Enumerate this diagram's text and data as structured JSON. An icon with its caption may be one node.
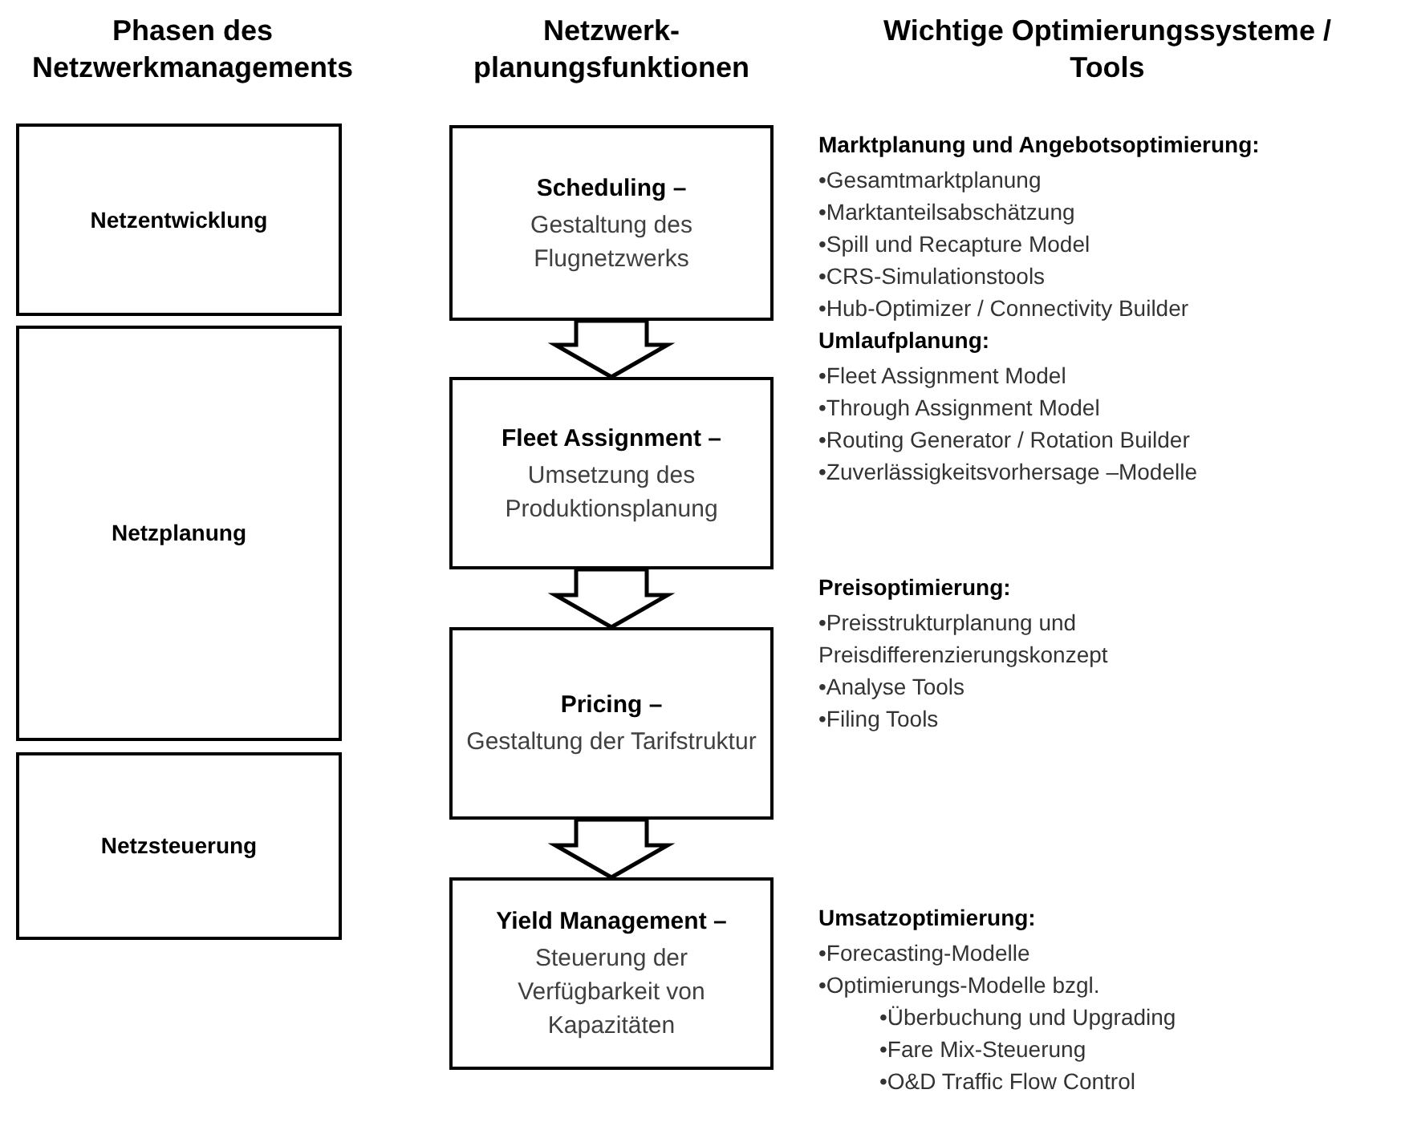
{
  "diagram": {
    "nodes": [
      {
        "text": [
          "Netzentwicklung"
        ]
      },
      {
        "text": [
          "Netzplanung"
        ]
      },
      {
        "text": [
          "Netzsteuerung"
        ]
      },
      {
        "text": [
          "Scheduling –",
          "Gestaltung des Flugnetzwerks"
        ]
      },
      {
        "text": [
          "Fleet Assignment –",
          "Umsetzung des Produktionsplanung"
        ]
      },
      {
        "text": [
          "Pricing –",
          "Gestaltung der Tarifstruktur"
        ]
      },
      {
        "text": [
          "Yield Management –",
          "Steuerung der Verfügbarkeit von Kapazitäten"
        ]
      }
    ],
    "edges": [
      {
        "from": 3,
        "to": 4,
        "arrow": "to"
      },
      {
        "from": 4,
        "to": 5,
        "arrow": "to"
      },
      {
        "from": 5,
        "to": 6,
        "arrow": "to"
      }
    ],
    "labels": [
      "Phasen des Netzwerkmanagements",
      "Netzwerk- planungsfunktionen",
      "Wichtige Optimierungssysteme / Tools",
      "Marktplanung und Angebotsoptimierung:",
      "•Gesamtmarktplanung",
      "•Marktanteilsabschätzung",
      "•Spill und Recapture Model",
      "•CRS-Simulationstools",
      "•Hub-Optimizer / Connectivity Builder",
      "Umlaufplanung:",
      "•Fleet Assignment Model",
      "•Through Assignment Model",
      "•Routing Generator / Rotation Builder",
      "•Zuverlässigkeitsvorhersage –Modelle",
      "Preisoptimierung:",
      "•Preisstrukturplanung und Preisdifferenzierungskonzept",
      "•Analyse Tools",
      "•Filing Tools",
      "Umsatzoptimierung:",
      "•Forecasting-Modelle",
      "•Optimierungs-Modelle bzgl.",
      "•Überbuchung und Upgrading",
      "•Fare Mix-Steuerung",
      "•O&D Traffic Flow Control"
    ]
  }
}
